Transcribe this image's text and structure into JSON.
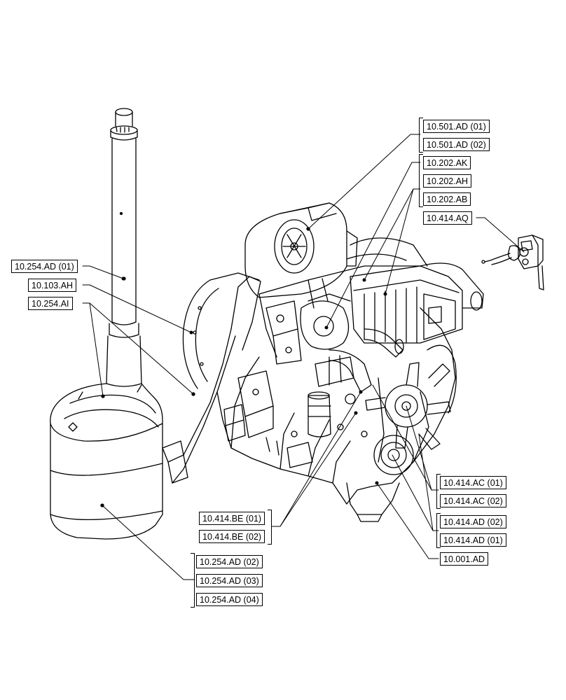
{
  "diagram": {
    "callouts": {
      "c_10501_ad_01": "10.501.AD (01)",
      "c_10501_ad_02": "10.501.AD (02)",
      "c_10202_ak": "10.202.AK",
      "c_10202_ah": "10.202.AH",
      "c_10202_ab": "10.202.AB",
      "c_10414_aq": "10.414.AQ",
      "c_10254_ad_01": "10.254.AD (01)",
      "c_10103_ah": "10.103.AH",
      "c_10254_ai": "10.254.AI",
      "c_10414_ac_01": "10.414.AC (01)",
      "c_10414_ac_02": "10.414.AC (02)",
      "c_10414_be_01": "10.414.BE (01)",
      "c_10414_be_02": "10.414.BE (02)",
      "c_10414_ad_02": "10.414.AD (02)",
      "c_10414_ad_01": "10.414.AD (01)",
      "c_10001_ad": "10.001.AD",
      "c_10254_ad_02": "10.254.AD (02)",
      "c_10254_ad_03": "10.254.AD (03)",
      "c_10254_ad_04": "10.254.AD (04)"
    },
    "colors": {
      "line": "#000000",
      "background": "#ffffff"
    },
    "icons": [
      "exhaust-stack-icon",
      "muffler-icon",
      "engine-icon",
      "air-cleaner-icon",
      "sensor-icon"
    ]
  }
}
